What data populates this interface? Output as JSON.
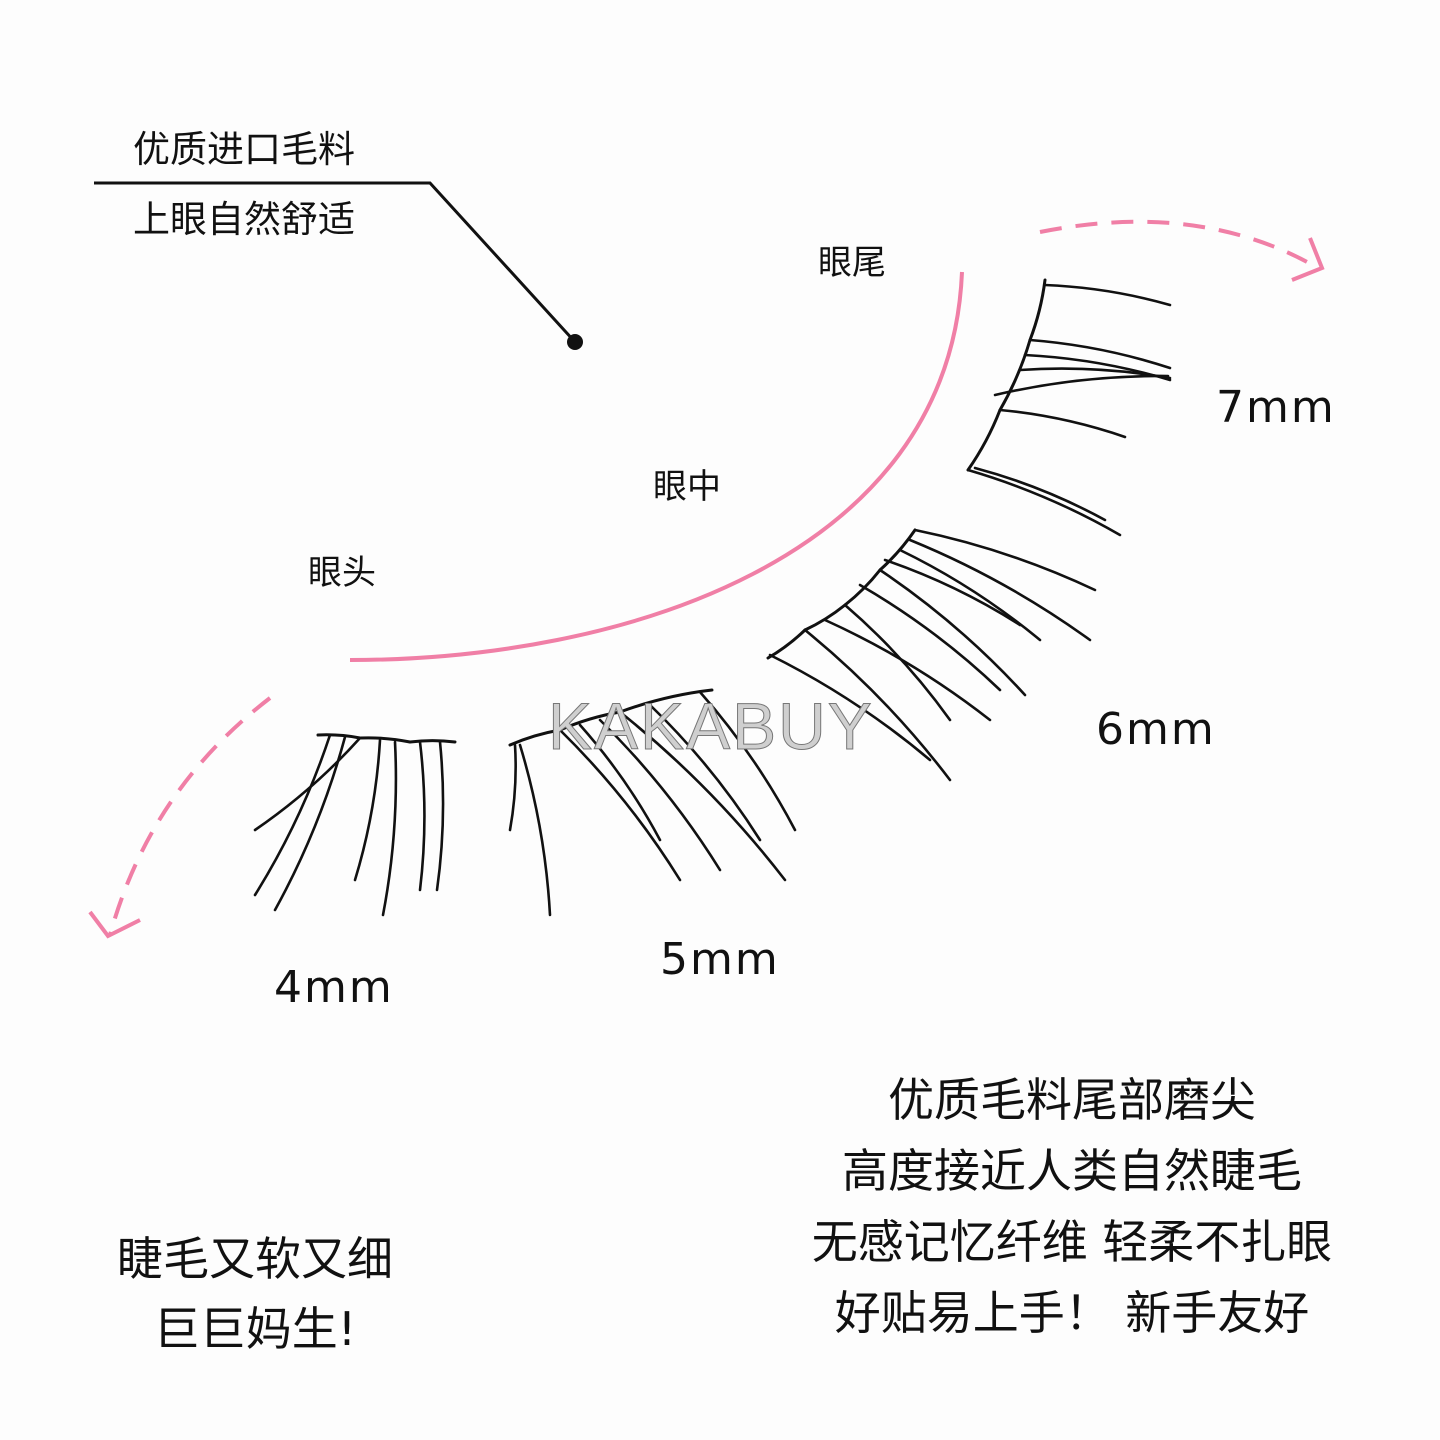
{
  "callout": {
    "line1": "优质进口毛料",
    "line2": "上眼自然舒适"
  },
  "zones": {
    "tail": "眼尾",
    "middle": "眼中",
    "head": "眼头"
  },
  "lengths": {
    "tail": "7mm",
    "outer_mid": "6mm",
    "inner_mid": "5mm",
    "inner": "4mm"
  },
  "watermark": "KAKABUY",
  "bottom_left": {
    "line1": "睫毛又软又细",
    "line2": "巨巨妈生!"
  },
  "bottom_right": [
    "优质毛料尾部磨尖",
    "高度接近人类自然睫毛",
    "无感记忆纤维 轻柔不扎眼",
    "好贴易上手！ 新手友好"
  ],
  "colors": {
    "accent_pink": "#f07fa6",
    "ink": "#111111"
  }
}
